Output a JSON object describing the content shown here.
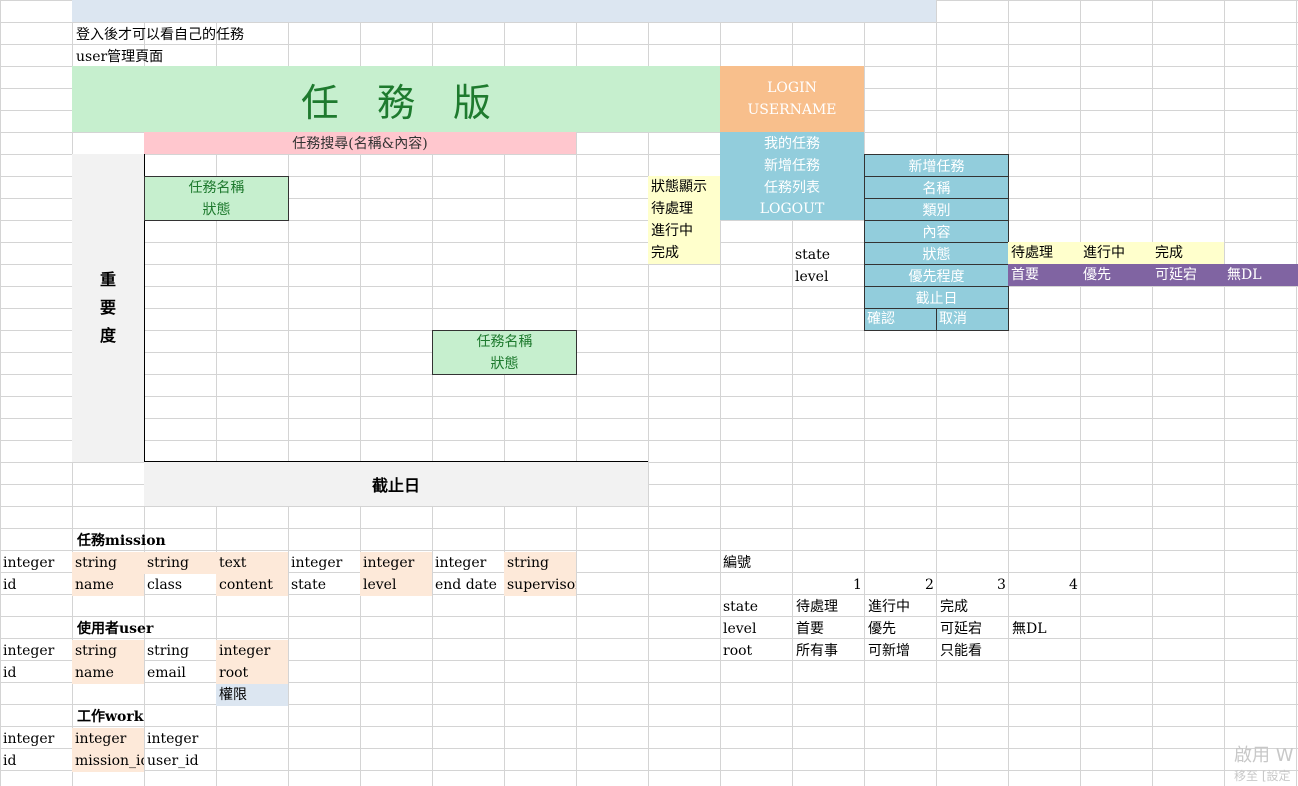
{
  "notes": {
    "line1": "登入後才可以看自己的任務",
    "line2": "user管理頁面"
  },
  "board": {
    "title": "任　務　版",
    "login": "LOGIN",
    "username": "USERNAME",
    "search": "任務搜尋(名稱&內容)",
    "nav": [
      "我的任務",
      "新增任務",
      "任務列表",
      "LOGOUT"
    ],
    "card1": {
      "name": "任務名稱",
      "status": "狀態"
    },
    "card2": {
      "name": "任務名稱",
      "status": "狀態"
    },
    "y_axis": [
      "重",
      "要",
      "度"
    ],
    "x_axis": "截止日",
    "status_panel": [
      "狀態顯示",
      "待處理",
      "進行中",
      "完成"
    ]
  },
  "form": {
    "header": "新增任務",
    "fields": [
      "名稱",
      "類別",
      "內容",
      "狀態",
      "優先程度",
      "截止日"
    ],
    "confirm": "確認",
    "cancel": "取消",
    "state_label": "state",
    "level_label": "level",
    "state_options": [
      "待處理",
      "進行中",
      "完成"
    ],
    "level_options": [
      "首要",
      "優先",
      "可延宕",
      "無DL"
    ]
  },
  "tables": {
    "mission": {
      "title": "任務mission",
      "types": [
        "integer",
        "string",
        "string",
        "text",
        "integer",
        "integer",
        "integer",
        "string"
      ],
      "names": [
        "id",
        "name",
        "class",
        "content",
        "state",
        "level",
        "end date",
        "supervisor"
      ]
    },
    "user": {
      "title": "使用者user",
      "types": [
        "integer",
        "string",
        "string",
        "integer"
      ],
      "names": [
        "id",
        "name",
        "email",
        "root"
      ],
      "note": "權限"
    },
    "work": {
      "title": "工作work",
      "types": [
        "integer",
        "integer",
        "integer"
      ],
      "names": [
        "id",
        "mission_id",
        "user_id"
      ]
    }
  },
  "codes": {
    "title": "編號",
    "numbers": [
      "1",
      "2",
      "3",
      "4"
    ],
    "rows": [
      {
        "key": "state",
        "values": [
          "待處理",
          "進行中",
          "完成"
        ]
      },
      {
        "key": "level",
        "values": [
          "首要",
          "優先",
          "可延宕",
          "無DL"
        ]
      },
      {
        "key": "root",
        "values": [
          "所有事",
          "可新增",
          "只能看"
        ]
      }
    ]
  },
  "watermark": {
    "line1": "啟用 W",
    "line2": "移至 [設定"
  },
  "colors": {
    "title_bg": "#c6efce",
    "search_bg": "#ffc7ce",
    "login_bg": "#f8bf8c",
    "nav_bg": "#92cddc",
    "status_bg": "#ffffcc",
    "level_bg": "#8064a2",
    "type_bg": "#fde9d9"
  }
}
